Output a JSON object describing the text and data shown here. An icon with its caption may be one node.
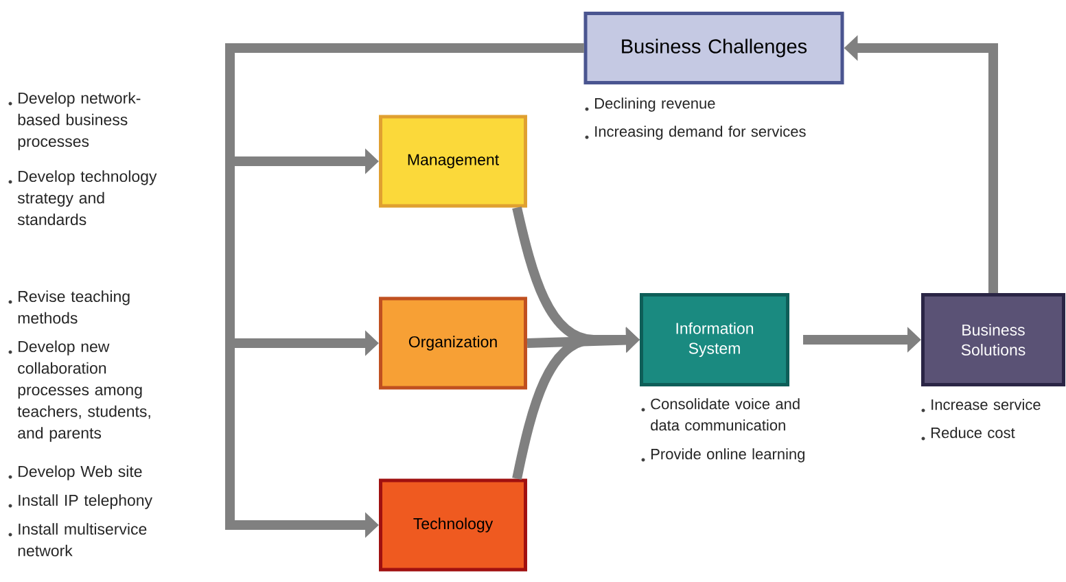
{
  "diagram": {
    "nodes": [
      {
        "text": [
          "Business Challenges"
        ],
        "beside": [
          "Declining revenue",
          "Increasing demand for services"
        ]
      },
      {
        "text": [
          "Management"
        ]
      },
      {
        "text": [
          "Organization"
        ]
      },
      {
        "text": [
          "Technology"
        ]
      },
      {
        "text": [
          "Information System"
        ],
        "beside": [
          "Consolidate voice and data communication",
          "Provide online learning"
        ]
      },
      {
        "text": [
          "Business Solutions"
        ],
        "beside": [
          "Increase service",
          "Reduce cost"
        ]
      }
    ],
    "edges": [
      {
        "from": 5,
        "to": 0,
        "arrow": "to"
      },
      {
        "from": 0,
        "to": 1,
        "arrow": "to"
      },
      {
        "from": 0,
        "to": 2,
        "arrow": "to"
      },
      {
        "from": 0,
        "to": 3,
        "arrow": "to"
      },
      {
        "from": 1,
        "to": 4,
        "arrow": "to"
      },
      {
        "from": 2,
        "to": 4,
        "arrow": "to"
      },
      {
        "from": 3,
        "to": 4,
        "arrow": "to"
      },
      {
        "from": 4,
        "to": 5,
        "arrow": "to"
      }
    ],
    "labels": [
      "Develop network-based business processes",
      "Develop technology strategy and standards",
      "Revise teaching methods",
      "Develop new collaboration processes among teachers, students, and parents",
      "Develop Web site",
      "Install IP telephony",
      "Install multiservice network"
    ]
  }
}
